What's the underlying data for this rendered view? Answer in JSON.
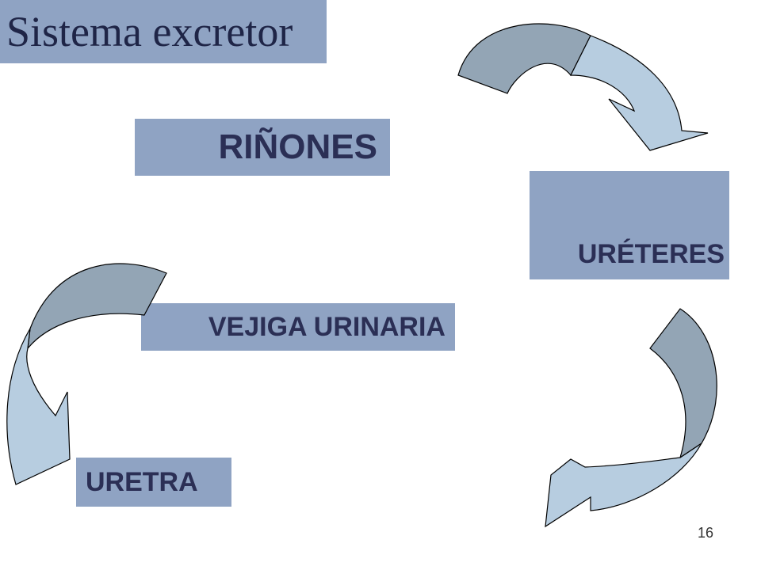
{
  "title": "Sistema excretor",
  "steps": [
    {
      "label": "RIÑONES"
    },
    {
      "label": "URÉTERES"
    },
    {
      "label": "VEJIGA URINARIA"
    },
    {
      "label": "URETRA"
    }
  ],
  "page_number": "16",
  "colors": {
    "box_fill": "#8fa3c3",
    "box_text": "#2b2f55",
    "arrow_dark": "#93a5b5",
    "arrow_light": "#b7cde0",
    "arrow_stroke": "#000000"
  }
}
